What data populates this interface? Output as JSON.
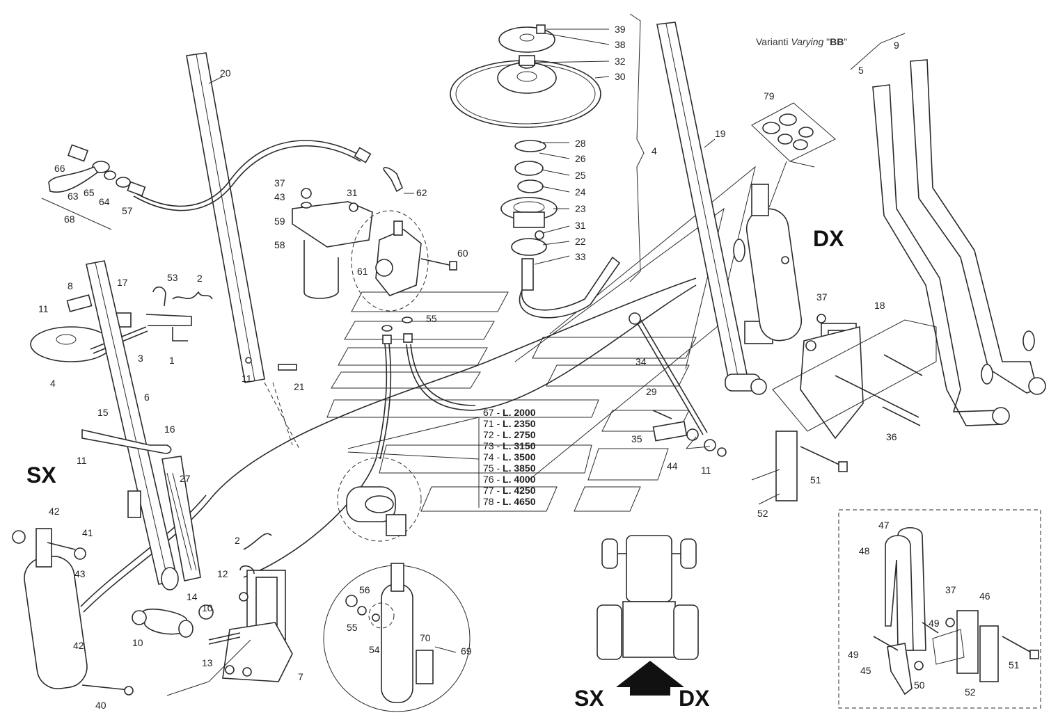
{
  "variant_note": {
    "prefix": "Varianti ",
    "italic": "Varying",
    "quote_open": " \"",
    "bold": "BB",
    "quote_close": "\""
  },
  "side_labels": {
    "left": "SX",
    "right": "DX",
    "tractor_left": "SX",
    "tractor_right": "DX"
  },
  "callouts": [
    {
      "id": "c39",
      "text": "39"
    },
    {
      "id": "c38",
      "text": "38"
    },
    {
      "id": "c32",
      "text": "32"
    },
    {
      "id": "c30",
      "text": "30"
    },
    {
      "id": "c28",
      "text": "28"
    },
    {
      "id": "c26",
      "text": "26"
    },
    {
      "id": "c25",
      "text": "25"
    },
    {
      "id": "c24",
      "text": "24"
    },
    {
      "id": "c23",
      "text": "23"
    },
    {
      "id": "c31b",
      "text": "31"
    },
    {
      "id": "c22",
      "text": "22"
    },
    {
      "id": "c33",
      "text": "33"
    },
    {
      "id": "c4r",
      "text": "4"
    },
    {
      "id": "c20",
      "text": "20"
    },
    {
      "id": "c66",
      "text": "66"
    },
    {
      "id": "c65",
      "text": "65"
    },
    {
      "id": "c64",
      "text": "64"
    },
    {
      "id": "c63",
      "text": "63"
    },
    {
      "id": "c57",
      "text": "57"
    },
    {
      "id": "c68",
      "text": "68"
    },
    {
      "id": "c37a",
      "text": "37"
    },
    {
      "id": "c43a",
      "text": "43"
    },
    {
      "id": "c31a",
      "text": "31"
    },
    {
      "id": "c62",
      "text": "62"
    },
    {
      "id": "c59",
      "text": "59"
    },
    {
      "id": "c58",
      "text": "58"
    },
    {
      "id": "c60",
      "text": "60"
    },
    {
      "id": "c61",
      "text": "61"
    },
    {
      "id": "c55a",
      "text": "55"
    },
    {
      "id": "c8",
      "text": "8"
    },
    {
      "id": "c17",
      "text": "17"
    },
    {
      "id": "c53",
      "text": "53"
    },
    {
      "id": "c2a",
      "text": "2"
    },
    {
      "id": "c11a",
      "text": "11"
    },
    {
      "id": "c3",
      "text": "3"
    },
    {
      "id": "c1",
      "text": "1"
    },
    {
      "id": "c4l",
      "text": "4"
    },
    {
      "id": "c6",
      "text": "6"
    },
    {
      "id": "c11b",
      "text": "11"
    },
    {
      "id": "c21",
      "text": "21"
    },
    {
      "id": "c15",
      "text": "15"
    },
    {
      "id": "c16",
      "text": "16"
    },
    {
      "id": "c11c",
      "text": "11"
    },
    {
      "id": "c27",
      "text": "27"
    },
    {
      "id": "c42a",
      "text": "42"
    },
    {
      "id": "c41",
      "text": "41"
    },
    {
      "id": "c43b",
      "text": "43"
    },
    {
      "id": "c2b",
      "text": "2"
    },
    {
      "id": "c12",
      "text": "12"
    },
    {
      "id": "c14",
      "text": "14"
    },
    {
      "id": "c10a",
      "text": "10"
    },
    {
      "id": "c10b",
      "text": "10"
    },
    {
      "id": "c13",
      "text": "13"
    },
    {
      "id": "c7",
      "text": "7"
    },
    {
      "id": "c42b",
      "text": "42"
    },
    {
      "id": "c40",
      "text": "40"
    },
    {
      "id": "c56",
      "text": "56"
    },
    {
      "id": "c55b",
      "text": "55"
    },
    {
      "id": "c54",
      "text": "54"
    },
    {
      "id": "c70",
      "text": "70"
    },
    {
      "id": "c69",
      "text": "69"
    },
    {
      "id": "c34",
      "text": "34"
    },
    {
      "id": "c29",
      "text": "29"
    },
    {
      "id": "c35",
      "text": "35"
    },
    {
      "id": "c44",
      "text": "44"
    },
    {
      "id": "c11d",
      "text": "11"
    },
    {
      "id": "c19",
      "text": "19"
    },
    {
      "id": "c79",
      "text": "79"
    },
    {
      "id": "c9",
      "text": "9"
    },
    {
      "id": "c5",
      "text": "5"
    },
    {
      "id": "c37b",
      "text": "37"
    },
    {
      "id": "c18",
      "text": "18"
    },
    {
      "id": "c36",
      "text": "36"
    },
    {
      "id": "c51a",
      "text": "51"
    },
    {
      "id": "c52a",
      "text": "52"
    },
    {
      "id": "c47",
      "text": "47"
    },
    {
      "id": "c48",
      "text": "48"
    },
    {
      "id": "c37c",
      "text": "37"
    },
    {
      "id": "c46",
      "text": "46"
    },
    {
      "id": "c49a",
      "text": "49"
    },
    {
      "id": "c49b",
      "text": "49"
    },
    {
      "id": "c45",
      "text": "45"
    },
    {
      "id": "c50",
      "text": "50"
    },
    {
      "id": "c51b",
      "text": "51"
    },
    {
      "id": "c52b",
      "text": "52"
    }
  ],
  "hose_lengths": [
    {
      "code": "67",
      "sep": " - ",
      "len": "L. 2000"
    },
    {
      "code": "71",
      "sep": " - ",
      "len": "L. 2350"
    },
    {
      "code": "72",
      "sep": " - ",
      "len": "L. 2750"
    },
    {
      "code": "73",
      "sep": " - ",
      "len": "L. 3150"
    },
    {
      "code": "74",
      "sep": " - ",
      "len": "L. 3500"
    },
    {
      "code": "75",
      "sep": " - ",
      "len": "L. 3850"
    },
    {
      "code": "76",
      "sep": " - ",
      "len": "L. 4000"
    },
    {
      "code": "77",
      "sep": " - ",
      "len": "L. 4250"
    },
    {
      "code": "78",
      "sep": " - ",
      "len": "L. 4650"
    }
  ],
  "colors": {
    "line": "#2a2a2a",
    "text": "#222222",
    "background": "#ffffff"
  }
}
